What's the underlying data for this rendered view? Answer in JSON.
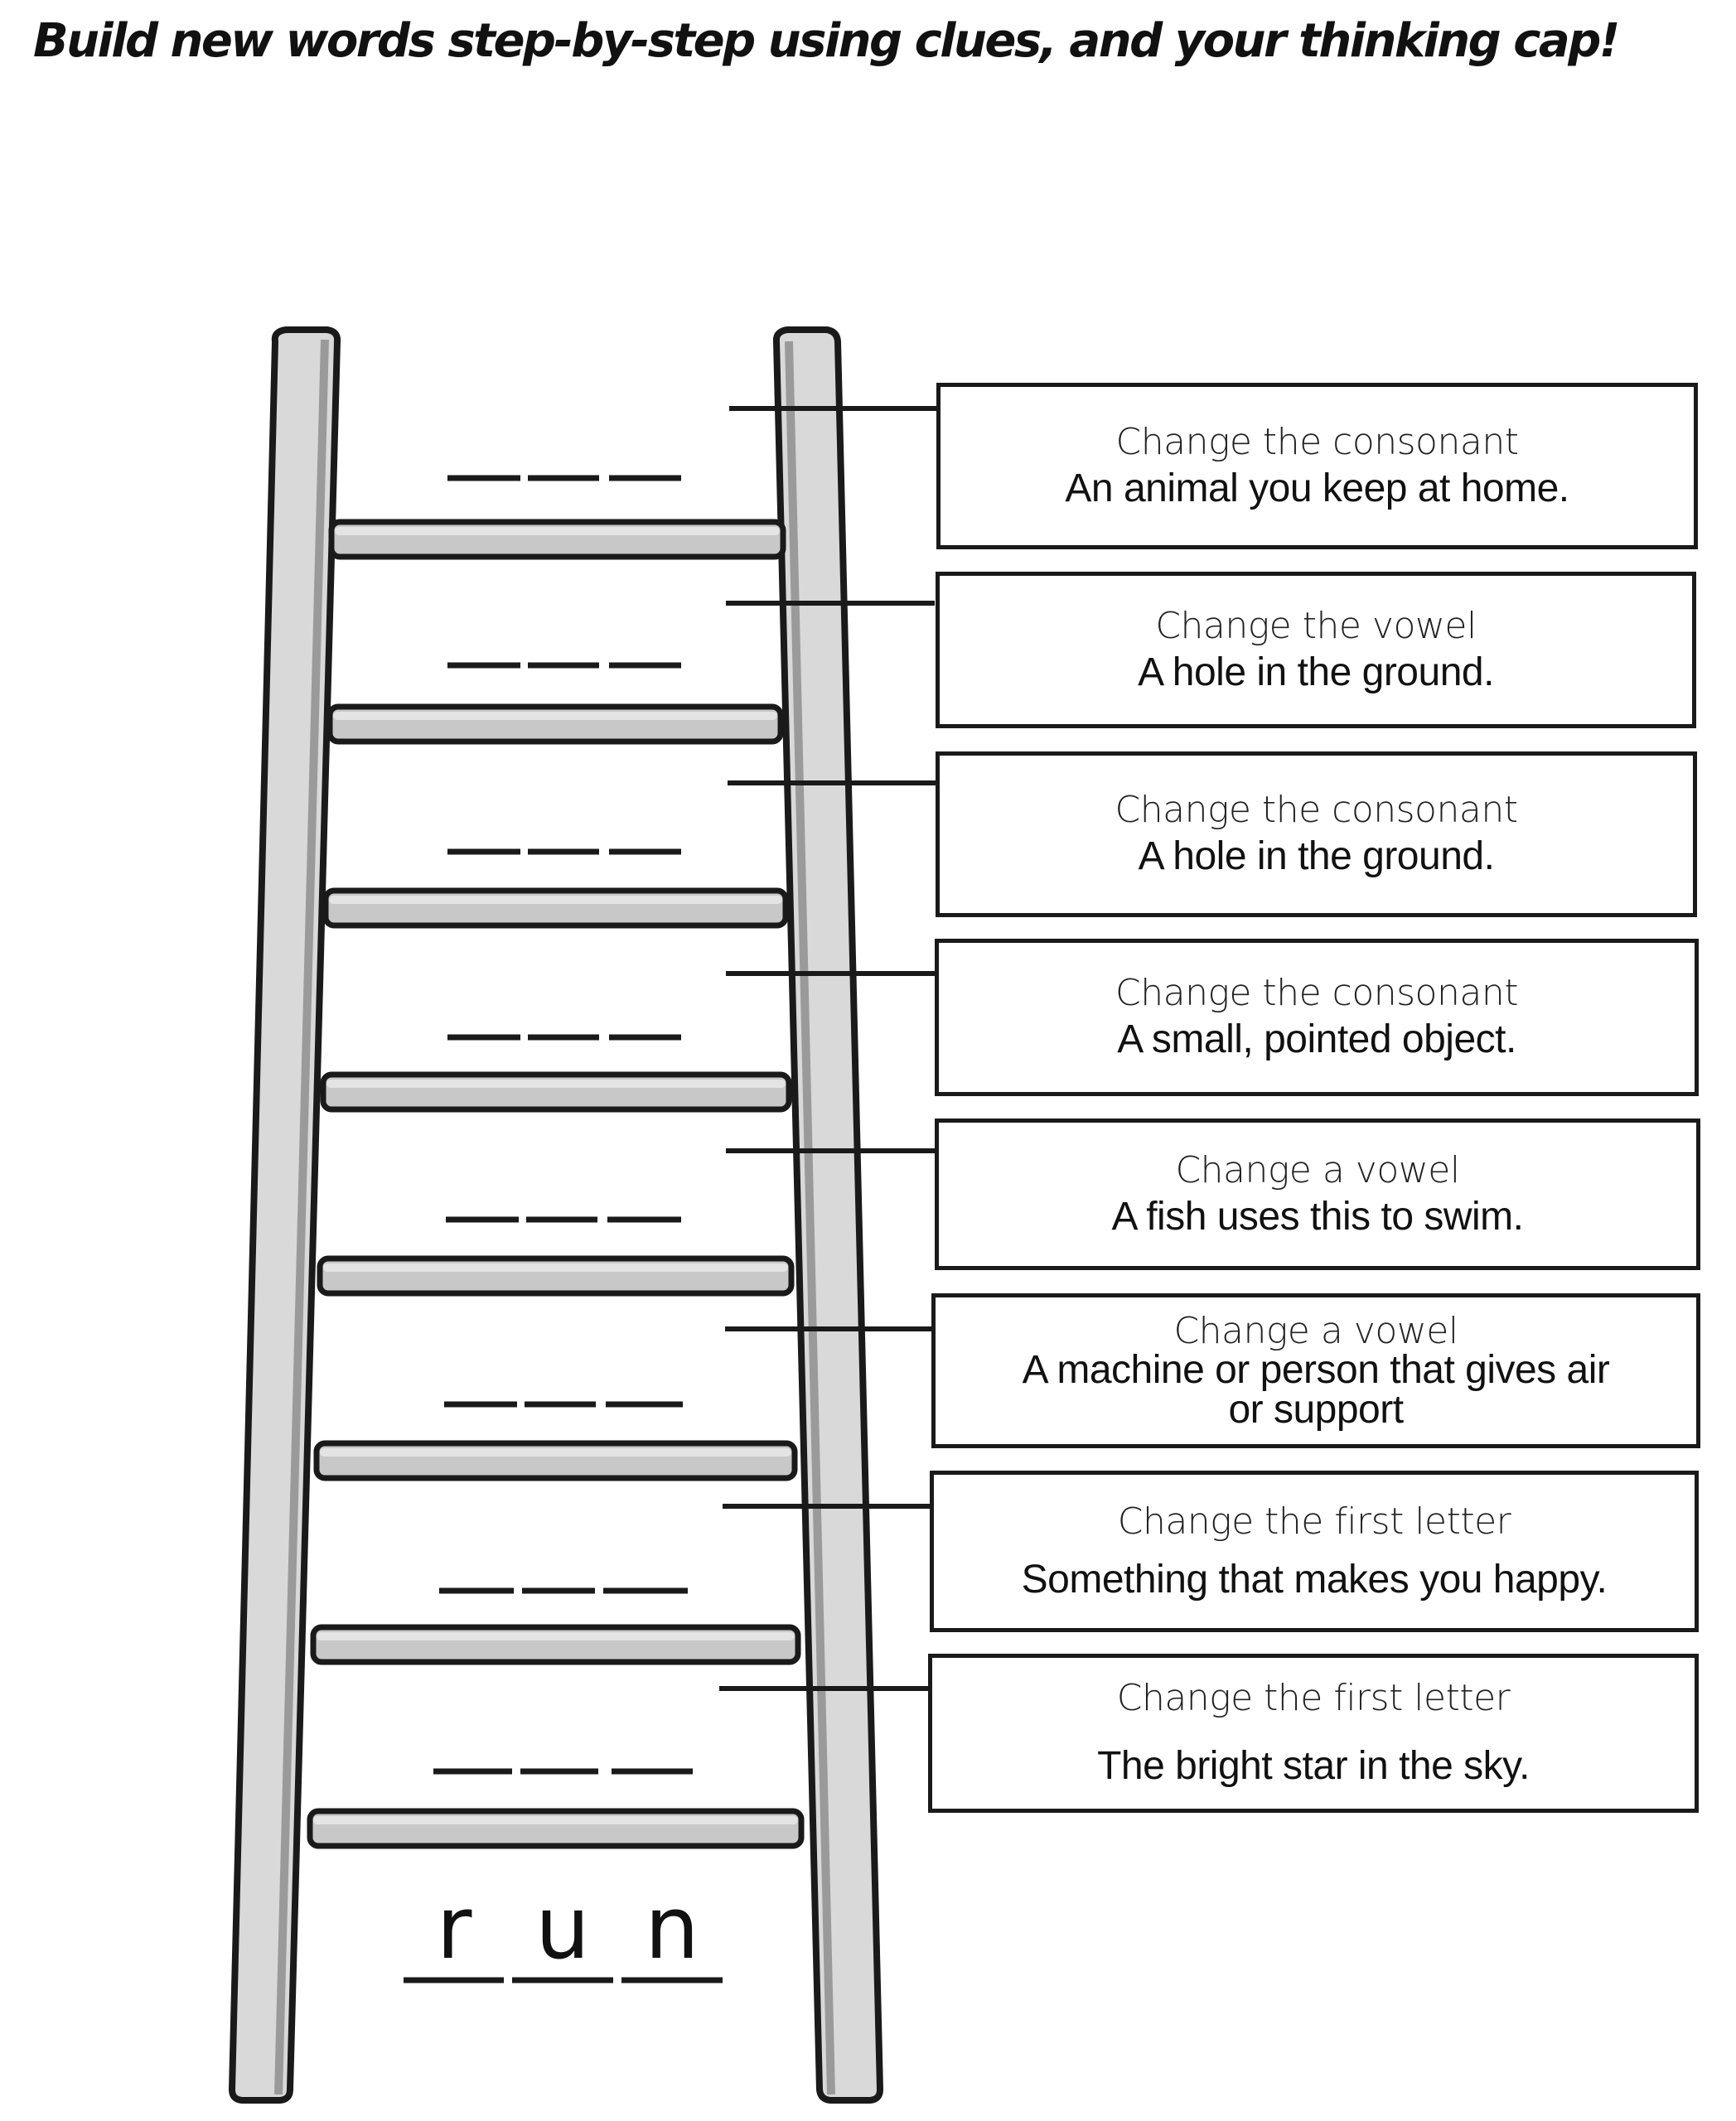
{
  "title": "Build new words step-by-step using clues, and your thinking cap!",
  "clues": [
    {
      "instruction": "Change the consonant",
      "clue": "An animal you keep at home."
    },
    {
      "instruction": "Change the vowel",
      "clue": "A hole in the ground."
    },
    {
      "instruction": "Change the consonant",
      "clue": "A hole in the ground."
    },
    {
      "instruction": "Change the consonant",
      "clue": "A small, pointed object."
    },
    {
      "instruction": "Change a vowel",
      "clue": "A fish uses this to swim."
    },
    {
      "instruction": "Change a vowel",
      "clue": "A machine or person that gives air or support"
    },
    {
      "instruction": "Change the first letter",
      "clue": "Something that makes you happy."
    },
    {
      "instruction": "Change the first letter",
      "clue": "The bright star in the sky."
    }
  ],
  "start_word": [
    "r",
    "u",
    "n"
  ],
  "colors": {
    "rail_fill": "#d9d9d9",
    "rung_fill": "#c8c8c8",
    "outline": "#1a1a1a"
  }
}
